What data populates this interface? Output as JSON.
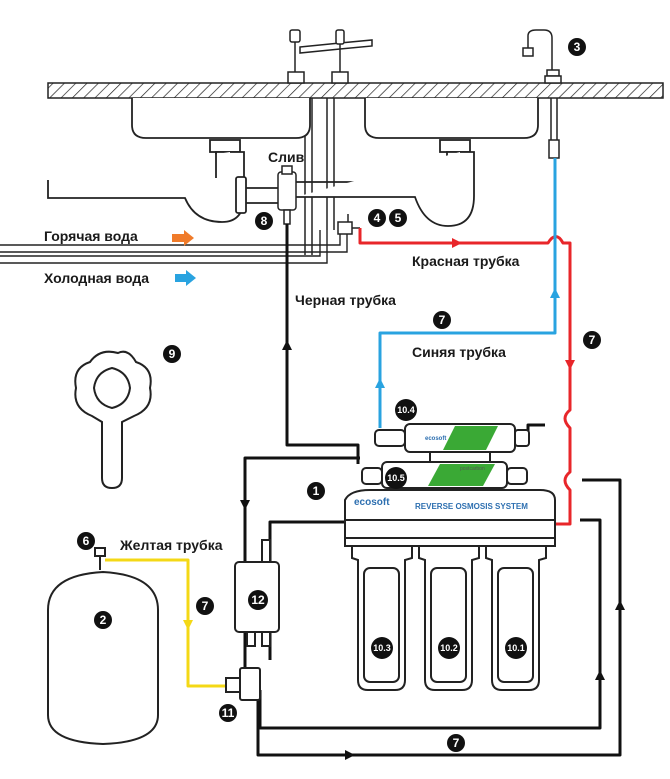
{
  "labels": {
    "drain": "Слив",
    "hot_water": "Горячая вода",
    "cold_water": "Холодная вода",
    "red_tube": "Красная трубка",
    "black_tube": "Черная трубка",
    "blue_tube": "Синяя трубка",
    "yellow_tube": "Желтая трубка"
  },
  "markers": {
    "m1": "1",
    "m2": "2",
    "m3": "3",
    "m4": "4",
    "m5": "5",
    "m6": "6",
    "m7": "7",
    "m8": "8",
    "m9": "9",
    "m10_1": "10.1",
    "m10_2": "10.2",
    "m10_3": "10.3",
    "m10_4": "10.4",
    "m10_5": "10.5",
    "m11": "11",
    "m12": "12"
  },
  "product": {
    "brand": "ecosoft",
    "system_name": "REVERSE OSMOSIS SYSTEM",
    "postcarbon_label": "postcarbon"
  },
  "colors": {
    "red_line": "#e8262a",
    "blue_line": "#29a3e0",
    "yellow_line": "#f4d816",
    "black_line": "#111111",
    "hot_arrow": "#f07b2a",
    "cold_arrow": "#29a3e0",
    "marker_fill": "#111111",
    "brand_blue": "#2d6fb0",
    "filter_green": "#3aa935"
  }
}
